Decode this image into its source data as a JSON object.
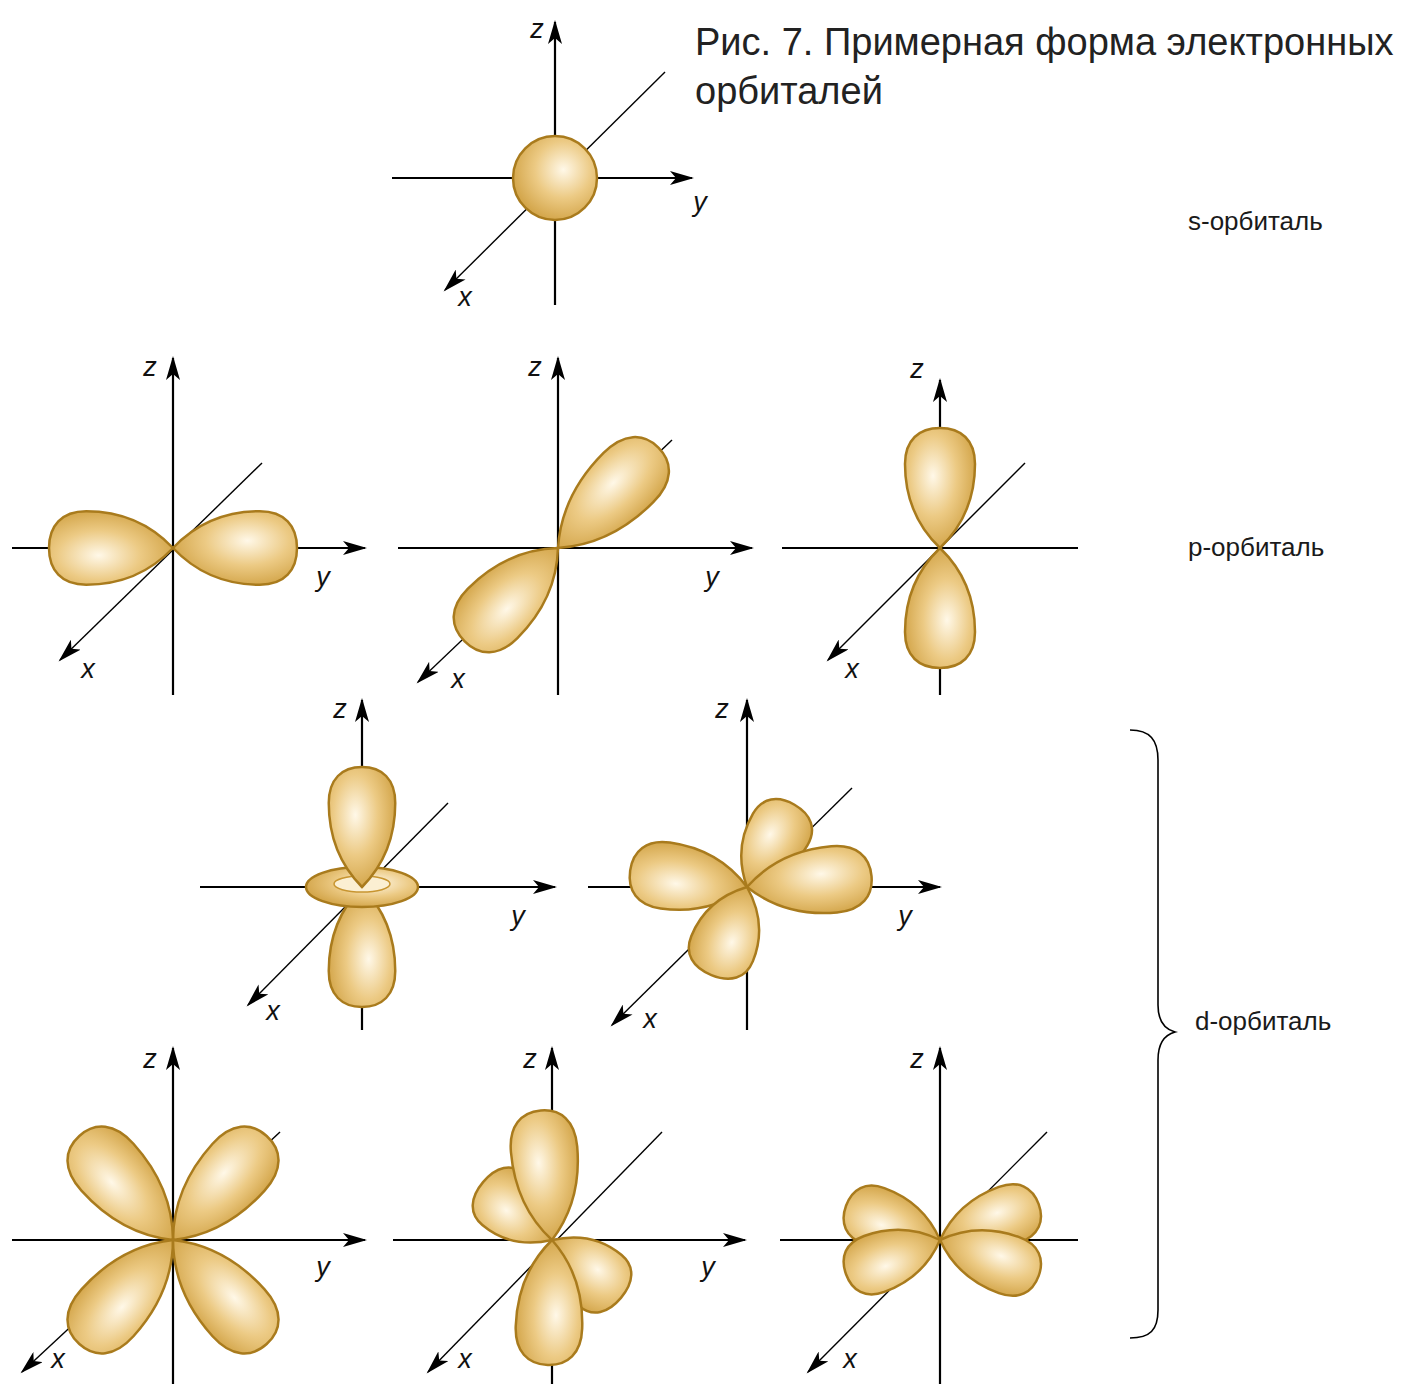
{
  "diagram": {
    "caption": "Рис. 7. Примерная форма электронных орбиталей",
    "labels": [
      "z",
      "y",
      "x",
      "s-орбиталь",
      "z",
      "y",
      "x",
      "z",
      "y",
      "x",
      "z",
      "x",
      "p-орбиталь",
      "z",
      "y",
      "x",
      "z",
      "y",
      "x",
      "d-орбиталь",
      "z",
      "y",
      "x",
      "z",
      "y",
      "x",
      "z",
      "x"
    ]
  }
}
